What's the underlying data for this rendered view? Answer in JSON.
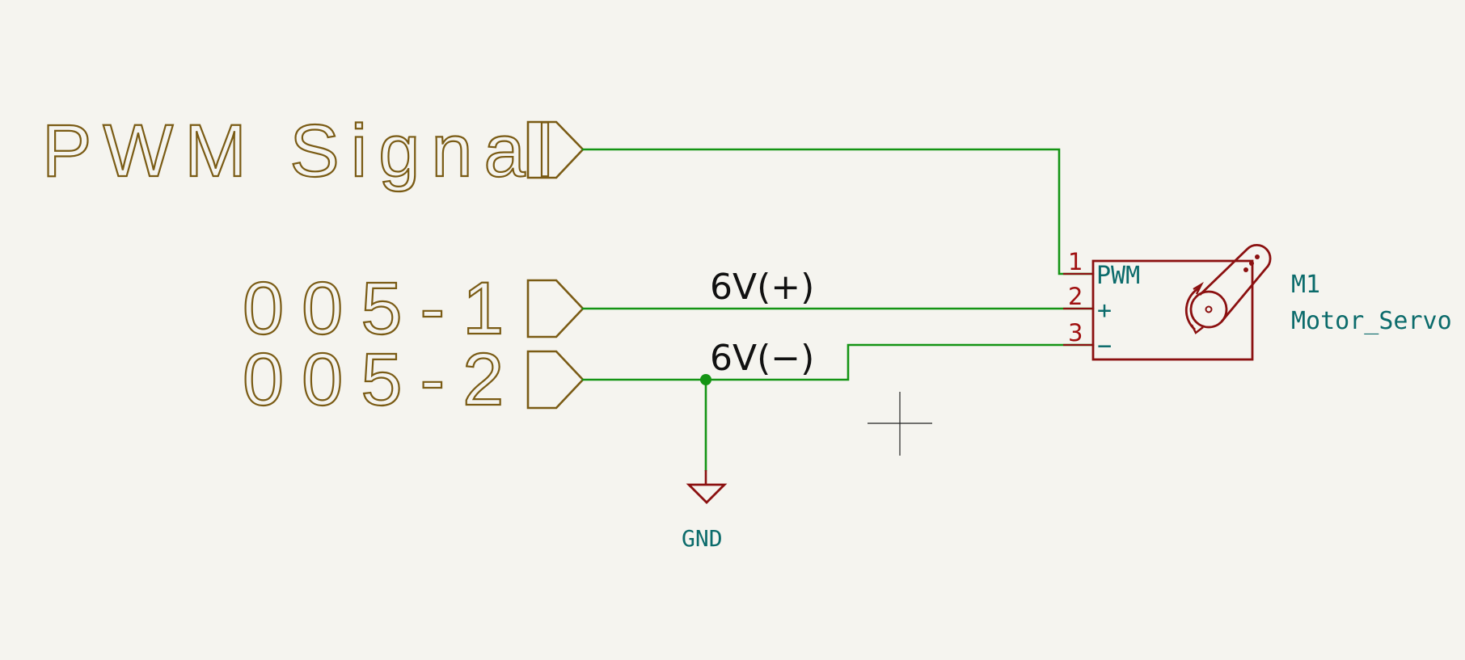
{
  "colors": {
    "background": "#f5f4ef",
    "wire": "#149414",
    "junction": "#149414",
    "hier_label": "#7a5b14",
    "symbol": "#8b1010",
    "pin_number": "#a01010",
    "pin_name": "#0b6b6b",
    "reference": "#0b6b6b",
    "net_label": "#111111",
    "cursor": "#222222"
  },
  "hier_labels": {
    "pwm_signal": "PWM Signal",
    "label_005_1": "005-1",
    "label_005_2": "005-2"
  },
  "net_labels": {
    "pos": "6V(+)",
    "neg": "6V(−)"
  },
  "power": {
    "gnd": "GND"
  },
  "symbol": {
    "reference": "M1",
    "value": "Motor_Servo",
    "pins": [
      {
        "number": "1",
        "name": "PWM"
      },
      {
        "number": "2",
        "name": "+"
      },
      {
        "number": "3",
        "name": "−"
      }
    ],
    "icon": "servo-motor-icon"
  },
  "cursor": {
    "icon": "crosshair-cursor-icon"
  }
}
